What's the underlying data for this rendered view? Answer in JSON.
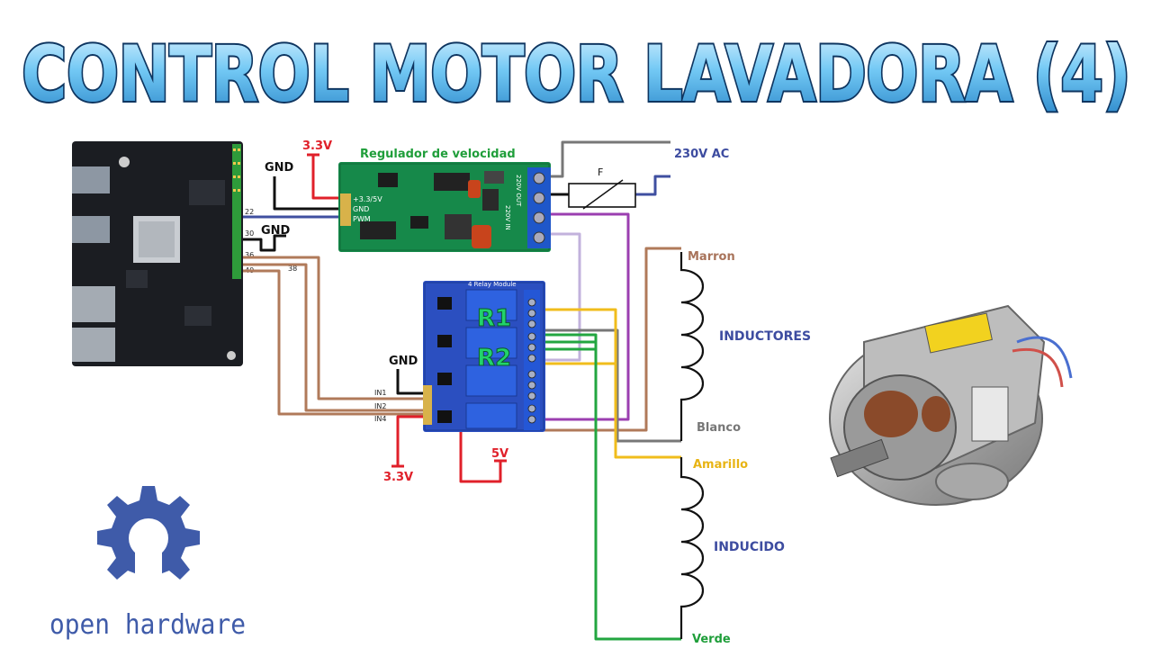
{
  "title": "CONTROL MOTOR LAVADORA (4)",
  "colors": {
    "title_fill": "#6fc6f2",
    "title_stroke": "#123a66",
    "red": "#e0202a",
    "black": "#111111",
    "blue_wire": "#3f4fa0",
    "brown": "#b07a5a",
    "grey": "#777777",
    "purple": "#9b3fb0",
    "lavender": "#c2b2dc",
    "yellow": "#f0bd1c",
    "green": "#22a640",
    "label_brown": "#a8735a",
    "label_blue": "#3d4ca0",
    "label_green": "#1f9e3a",
    "label_yellow": "#e8b414",
    "oshw_blue": "#3f5ba9"
  },
  "labels": {
    "gnd_top": "GND",
    "v33_top": "3.3V",
    "gnd_mid": "GND",
    "gnd_relay": "GND",
    "v33_bottom": "3.3V",
    "v5": "5V",
    "speed_regulator": "Regulador de velocidad",
    "ac": "230V AC",
    "fuse": "F",
    "marron": "Marron",
    "inductores": "INDUCTORES",
    "blanco": "Blanco",
    "amarillo": "Amarillo",
    "inducido": "INDUCIDO",
    "verde": "Verde"
  },
  "pins": {
    "p22": "22",
    "p30": "30",
    "p36": "36",
    "p38": "38",
    "p40": "40"
  },
  "relay": {
    "module_label": "4 Relay Module",
    "r1": "R1",
    "r2": "R2",
    "in1": "IN1",
    "in2": "IN2",
    "in4": "IN4"
  },
  "regulator_pins": {
    "vcc": "+3.3/5V",
    "gnd": "GND",
    "pwm": "PWM",
    "out": "220V OUT",
    "in": "220V IN"
  },
  "logo": {
    "text": "open hardware"
  }
}
